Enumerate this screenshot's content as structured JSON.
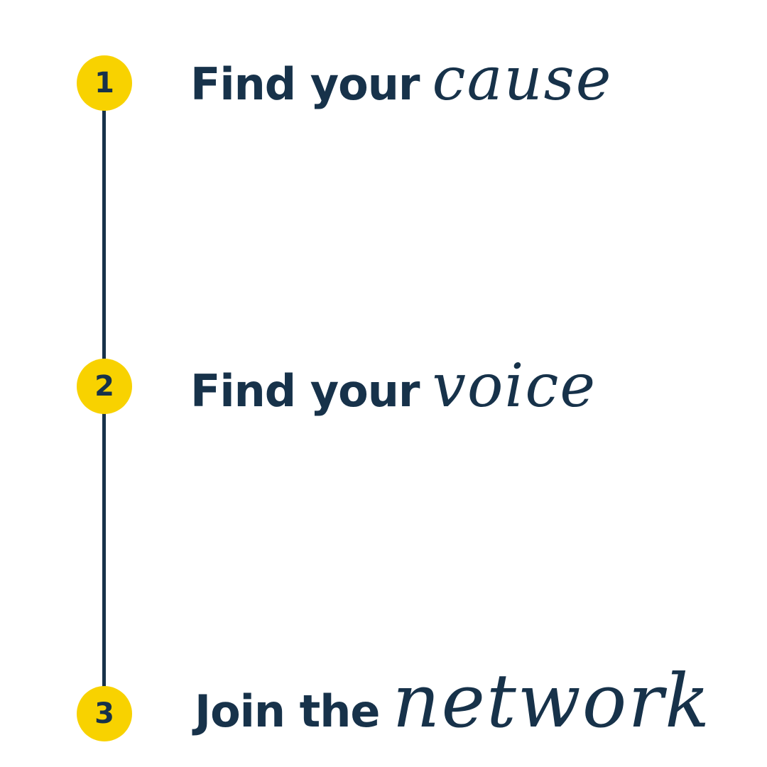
{
  "colors": {
    "circle": "#f8d200",
    "text": "#17324a",
    "line": "#17324a"
  },
  "steps": [
    {
      "number": "1",
      "lead": "Find your",
      "accent": "cause"
    },
    {
      "number": "2",
      "lead": "Find your",
      "accent": "voice"
    },
    {
      "number": "3",
      "lead": "Join the",
      "accent": "network"
    }
  ]
}
